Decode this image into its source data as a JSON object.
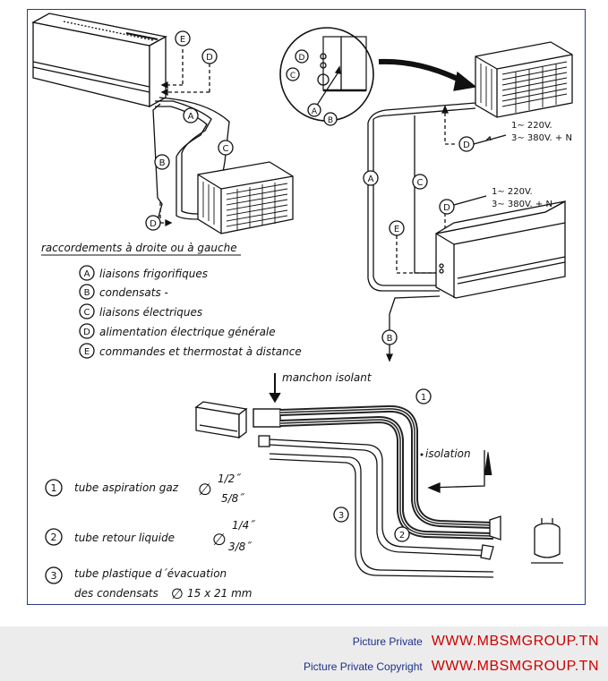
{
  "diagram": {
    "legend_title": "raccordements à droite ou à gauche",
    "legend": [
      {
        "key": "A",
        "text": "liaisons frigorifiques"
      },
      {
        "key": "B",
        "text": "condensats -"
      },
      {
        "key": "C",
        "text": "liaisons électriques"
      },
      {
        "key": "D",
        "text": "alimentation électrique générale"
      },
      {
        "key": "E",
        "text": "commandes et thermostat à distance"
      }
    ],
    "power_label_1": "1∼ 220V.",
    "power_label_2": "3∼ 380V. + N",
    "manchon_label": "manchon isolant",
    "isolation_label": "isolation",
    "tube1_label": "tube  aspiration  gaz",
    "tube1_top": "1/2˝",
    "tube1_bottom": "5/8˝",
    "tube2_label": "tube  retour  liquide",
    "tube2_top": "1/4˝",
    "tube2_bottom": "3/8˝",
    "tube3_label_line1": "tube  plastique  d´évacuation",
    "tube3_label_line2": "des  condensats",
    "tube3_size": "15 x 21 mm",
    "diameter_symbol": "∅",
    "num_1": "1",
    "num_2": "2",
    "num_3": "3"
  },
  "footer": {
    "row1_label": "Picture Private",
    "row1_site": "WWW.MBSMGROUP.TN",
    "row2_label": "Picture Private Copyright",
    "row2_site": "WWW.MBSMGROUP.TN"
  }
}
